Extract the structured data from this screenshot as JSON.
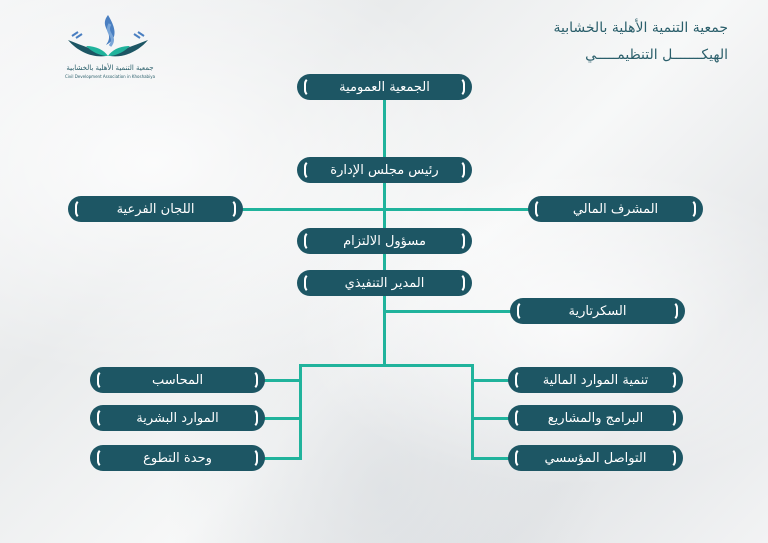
{
  "header": {
    "org_name": "جمعية التنمية الأهلية بالخشابية",
    "title": "الهيكـــــــل التنظيمـــــي"
  },
  "logo": {
    "name_ar": "جمعية التنمية الأهلية بالخشابية",
    "name_en": "Civil Development Association in Khoshabiya"
  },
  "colors": {
    "box": "#1d5664",
    "connector": "#20b39c",
    "text": "#2b5f6b"
  },
  "nodes": {
    "general_assembly": "الجمعية العمومية",
    "board_chairman": "رئيس مجلس الإدارة",
    "sub_committees": "اللجان الفرعية",
    "financial_supervisor": "المشرف المالي",
    "compliance_officer": "مسؤول الالتزام",
    "executive_director": "المدير التنفيذي",
    "secretariat": "السكرتارية",
    "accountant": "المحاسب",
    "human_resources": "الموارد البشرية",
    "volunteering_unit": "وحدة التطوع",
    "financial_resources_development": "تنمية الموارد المالية",
    "programs_projects": "البرامج والمشاريع",
    "institutional_communication": "التواصل المؤسسي"
  }
}
